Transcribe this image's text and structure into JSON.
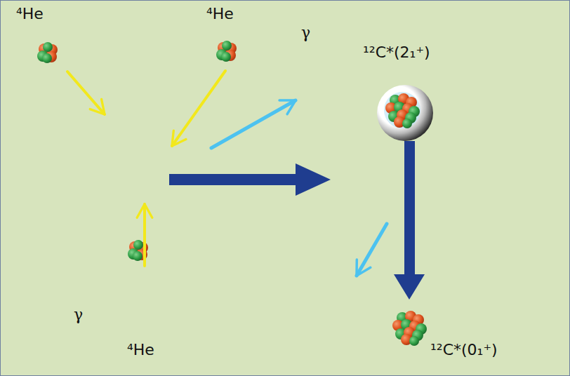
{
  "diagram": {
    "labels": [
      "⁴He",
      "⁴He",
      "γ",
      "¹²C*(2₁⁺)",
      "γ",
      "⁴He",
      "¹²C*(0₁⁺)"
    ]
  }
}
